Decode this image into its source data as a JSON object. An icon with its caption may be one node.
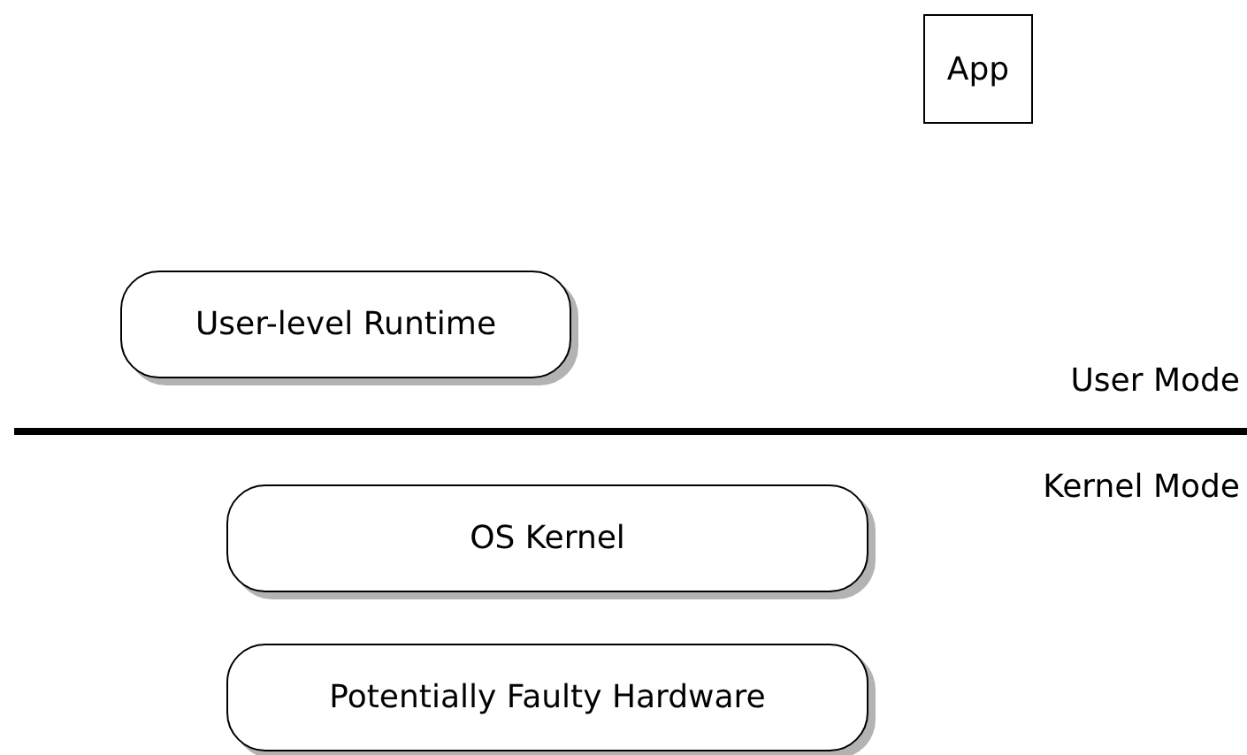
{
  "diagram": {
    "nodes": [
      {
        "text": [
          "App"
        ]
      },
      {
        "text": [
          "User-level Runtime"
        ]
      },
      {
        "text": [
          "OS Kernel"
        ]
      },
      {
        "text": [
          "Potentially Faulty Hardware"
        ]
      }
    ],
    "labels": [
      "User Mode",
      "Kernel Mode"
    ]
  }
}
